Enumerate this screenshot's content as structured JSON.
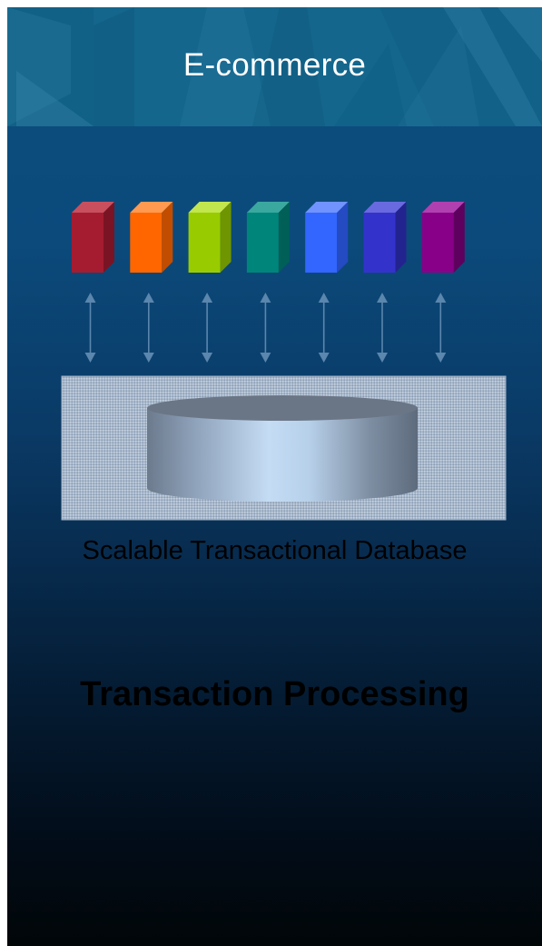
{
  "header": {
    "title": "E-commerce"
  },
  "diagram": {
    "client_blocks": [
      {
        "front": "#a51c30",
        "top": "#c8505e",
        "side": "#7a1424"
      },
      {
        "front": "#ff6600",
        "top": "#ff9a50",
        "side": "#c24c00"
      },
      {
        "front": "#99cc00",
        "top": "#c2e64d",
        "side": "#6f9500"
      },
      {
        "front": "#00857a",
        "top": "#3aa89f",
        "side": "#005f57"
      },
      {
        "front": "#3366ff",
        "top": "#7093ff",
        "side": "#244bc2"
      },
      {
        "front": "#3333cc",
        "top": "#6a6ae0",
        "side": "#23238f"
      },
      {
        "front": "#880088",
        "top": "#b040b0",
        "side": "#5e005e"
      }
    ],
    "arrow_color": "#5b86ad",
    "database_label": "Scalable Transactional Database"
  },
  "caption": "Transaction Processing"
}
